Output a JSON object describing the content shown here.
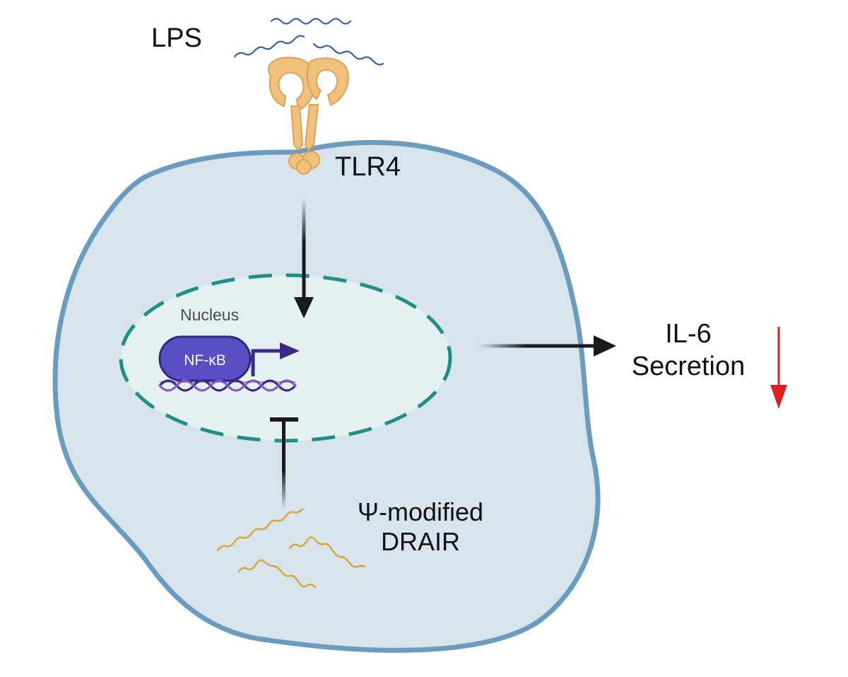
{
  "labels": {
    "lps": "LPS",
    "tlr4": "TLR4",
    "nucleus": "Nucleus",
    "nfkb": "NF-κB",
    "il6_line1": "IL-6",
    "il6_line2": "Secretion",
    "drair_line1": "Ψ-modified",
    "drair_line2": "DRAIR"
  },
  "colors": {
    "cell_fill": "#d8e4eb",
    "cell_membrane": "#6a9cbf",
    "nucleus_fill": "#e5f1f0",
    "nucleus_border": "#1f8f85",
    "receptor": "#f1c07c",
    "receptor_stroke": "#d9a255",
    "lps": "#3b5fa8",
    "nfkb_fill": "#5a4ec4",
    "dna_strand_1": "#3b2a8a",
    "dna_strand_2": "#8a56c9",
    "promoter_arrow": "#3b2a8a",
    "drair_rna": "#d9a531",
    "arrow": "#1a1a1a",
    "decrease_arrow": "#e02020"
  },
  "icons": {
    "receptor": "tlr4-receptor-icon",
    "ligand": "lps-molecule-icon",
    "transcription_factor": "nfkb-protein-icon",
    "dna": "dna-helix-icon",
    "rna": "rna-strand-icon",
    "decrease": "red-down-arrow-icon"
  }
}
